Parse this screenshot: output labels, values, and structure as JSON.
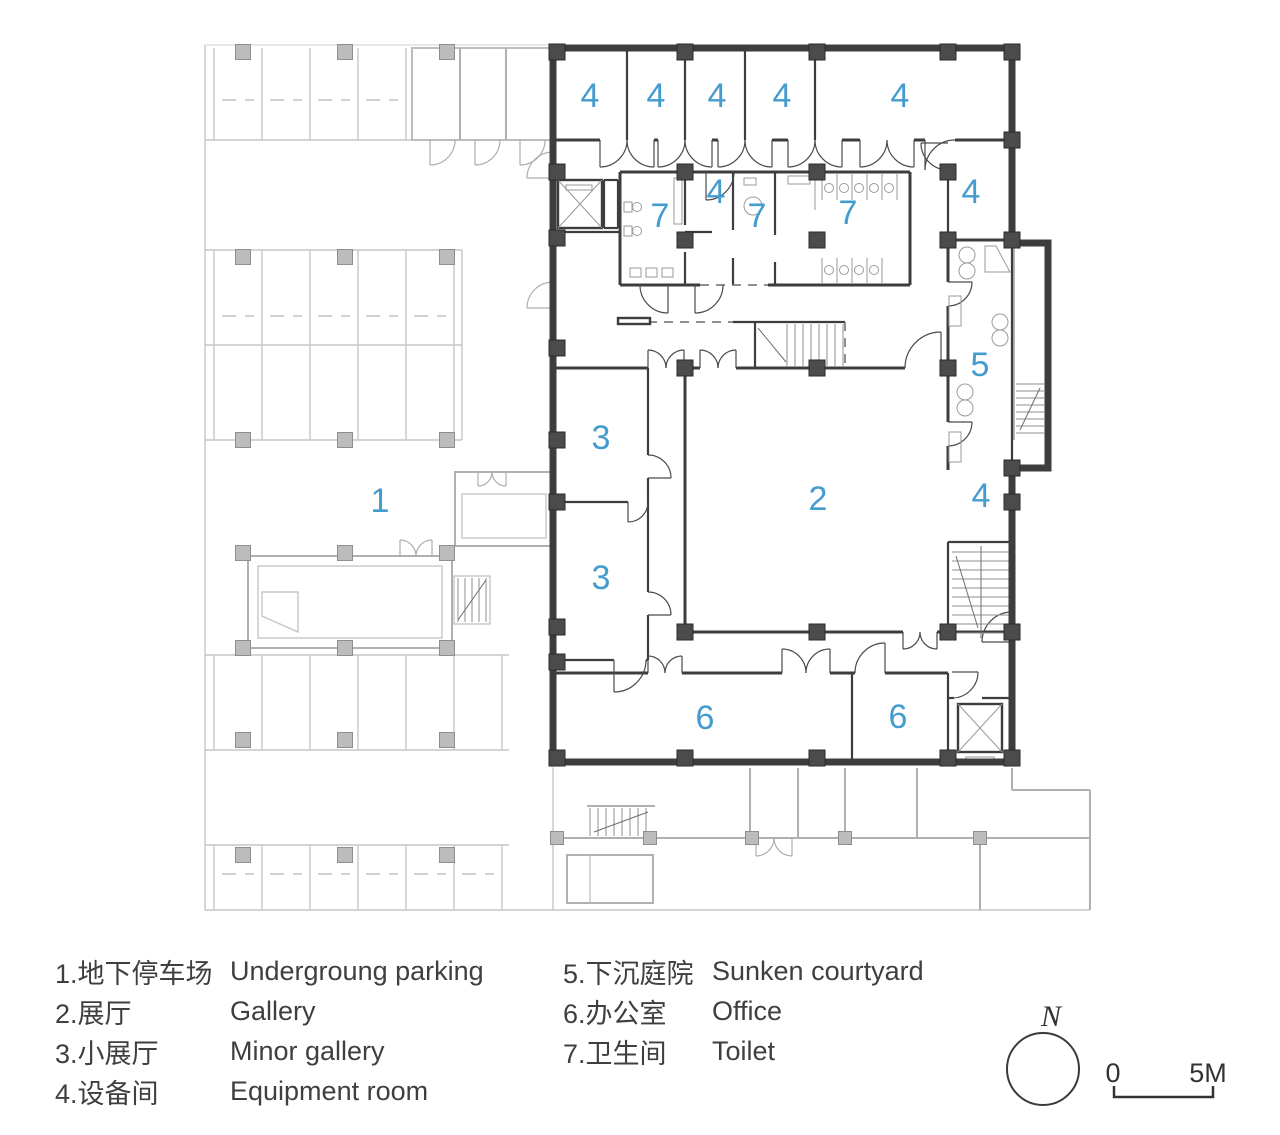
{
  "colors": {
    "accent_blue": "#449bce",
    "wall_dark": "#3d3d3d",
    "parking_grey": "#c6c6c6",
    "text": "#3f3f3f"
  },
  "plan": {
    "room_labels": [
      "4",
      "4",
      "4",
      "4",
      "4",
      "4",
      "7",
      "7",
      "7",
      "4",
      "5",
      "3",
      "2",
      "4",
      "3",
      "6",
      "6",
      "1"
    ]
  },
  "legend": {
    "items": [
      {
        "zh": "1.地下停车场",
        "en": "Undergroung parking"
      },
      {
        "zh": "2.展厅",
        "en": "Gallery"
      },
      {
        "zh": "3.小展厅",
        "en": "Minor gallery"
      },
      {
        "zh": "4.设备间",
        "en": "Equipment room"
      },
      {
        "zh": "5.下沉庭院",
        "en": "Sunken courtyard"
      },
      {
        "zh": "6.办公室",
        "en": "Office"
      },
      {
        "zh": "7.卫生间",
        "en": "Toilet"
      }
    ]
  },
  "compass": {
    "label": "N"
  },
  "scale_bar": {
    "start": "0",
    "end": "5M"
  }
}
